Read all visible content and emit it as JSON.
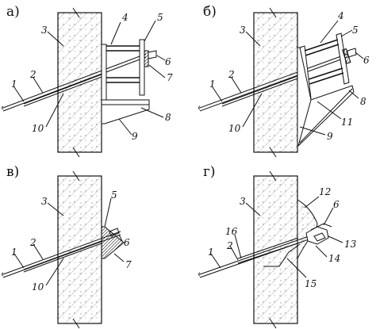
{
  "panels": [
    {
      "id": "a",
      "label": "а)"
    },
    {
      "id": "b",
      "label": "б)"
    },
    {
      "id": "v",
      "label": "в)"
    },
    {
      "id": "g",
      "label": "г)"
    }
  ],
  "callouts": {
    "a": [
      "1",
      "2",
      "3",
      "4",
      "5",
      "6",
      "7",
      "8",
      "9",
      "10"
    ],
    "b": [
      "1",
      "2",
      "3",
      "4",
      "5",
      "6",
      "8",
      "9",
      "10",
      "11"
    ],
    "v": [
      "1",
      "2",
      "3",
      "5",
      "6",
      "7",
      "10"
    ],
    "g": [
      "1",
      "2",
      "3",
      "6",
      "12",
      "13",
      "14",
      "15",
      "16"
    ]
  }
}
